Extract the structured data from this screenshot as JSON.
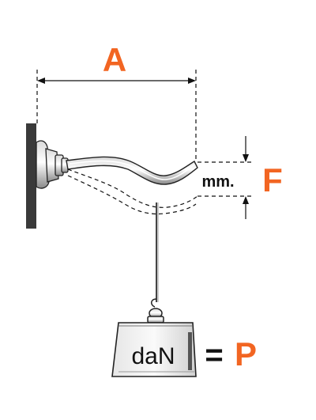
{
  "labels": {
    "length": "A",
    "deflection": "F",
    "deflection_unit": "mm.",
    "weight_unit": "daN",
    "equals": "=",
    "load": "P"
  },
  "colors": {
    "accent": "#F26522",
    "ink": "#111111",
    "wall": "#3a3a3a",
    "weight_fill": "#f2f2f2"
  },
  "icons": {
    "wall": "wall-icon",
    "mount": "wall-mount-icon",
    "arm": "curved-arm-icon",
    "weight": "weight-icon"
  }
}
